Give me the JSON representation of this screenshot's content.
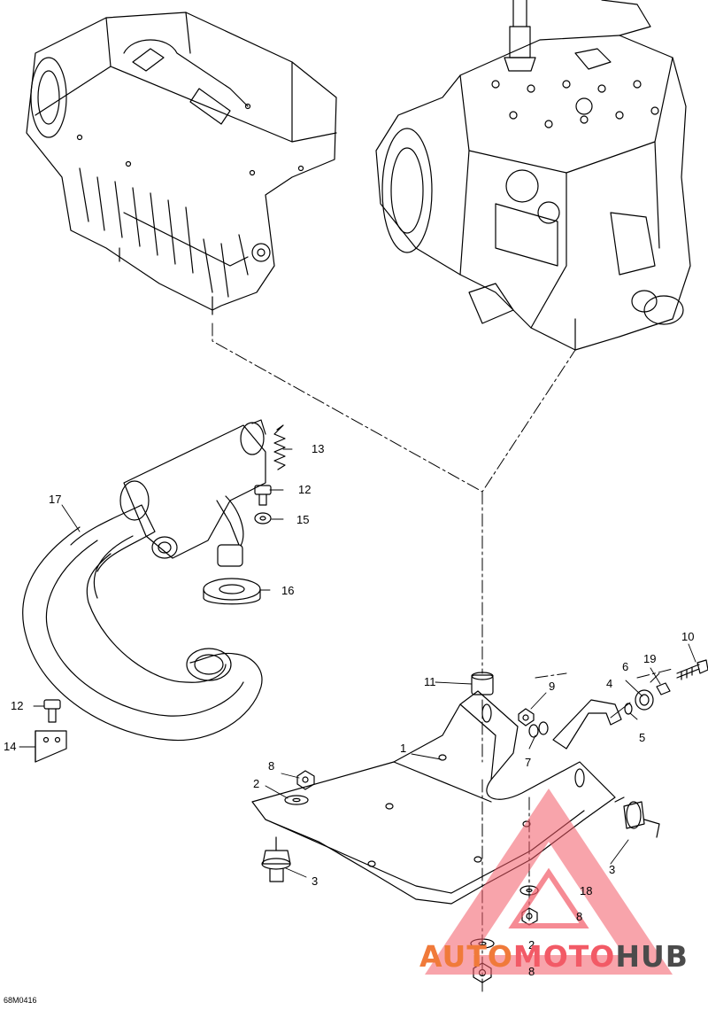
{
  "diagram": {
    "drawing_code": "68M0416",
    "callouts": {
      "c1": "1",
      "c2a": "2",
      "c2b": "2",
      "c3a": "3",
      "c3b": "3",
      "c4": "4",
      "c5": "5",
      "c6": "6",
      "c7": "7",
      "c8a": "8",
      "c8b": "8",
      "c8c": "8",
      "c9": "9",
      "c10": "10",
      "c11": "11",
      "c12a": "12",
      "c12b": "12",
      "c13": "13",
      "c14": "14",
      "c15": "15",
      "c16": "16",
      "c17": "17",
      "c18": "18",
      "c19": "19"
    }
  },
  "watermark": {
    "part1": "AUTO",
    "part2": "MOTO",
    "part3": "HUB",
    "triangle_color": "#f25a66",
    "text_colors": [
      "#f07a3a",
      "#f25a66",
      "#4b4b4b"
    ]
  }
}
